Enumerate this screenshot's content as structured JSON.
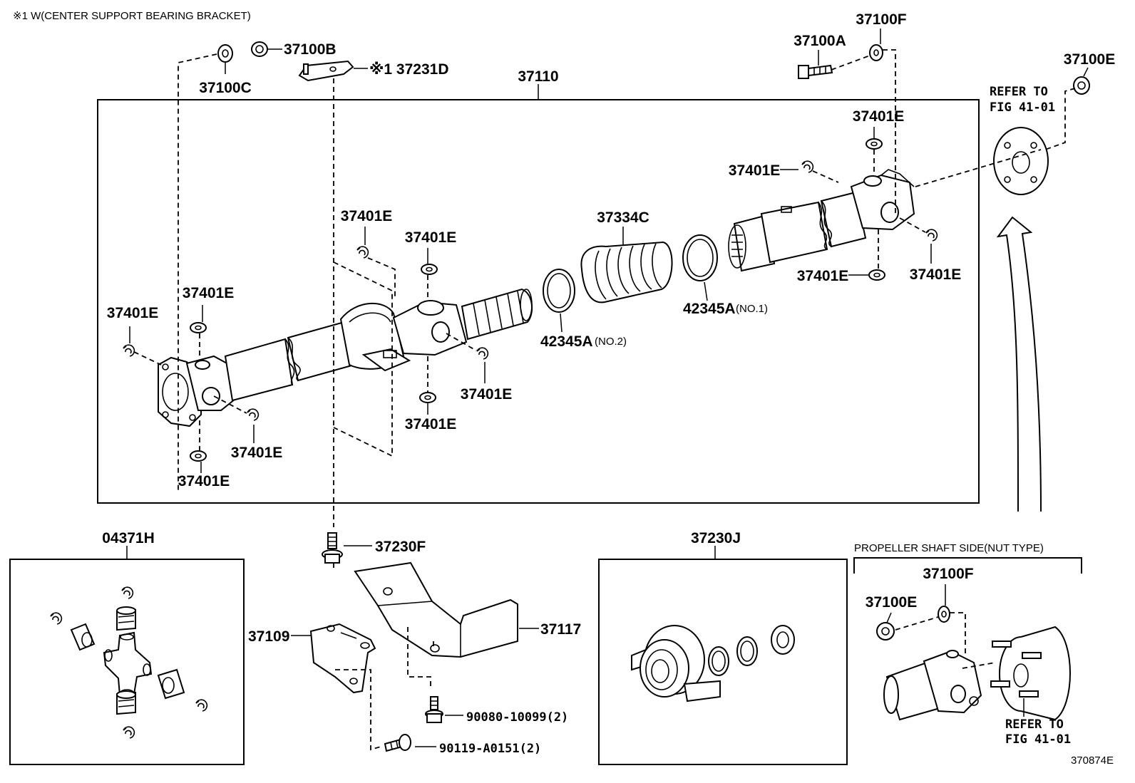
{
  "header_note": "※1 W(CENTER SUPPORT BEARING BRACKET)",
  "figure_number": "370874E",
  "labels": {
    "l_37100C": "37100C",
    "l_37100B": "37100B",
    "l_37231D": "※1 37231D",
    "l_37110": "37110",
    "l_37100A": "37100A",
    "l_37100F_top": "37100F",
    "l_37100E_top": "37100E",
    "l_37401E_a": "37401E",
    "l_37401E_b": "37401E",
    "l_37401E_c": "37401E",
    "l_37401E_d": "37401E",
    "l_37401E_e": "37401E",
    "l_37401E_f": "37401E",
    "l_37401E_g": "37401E",
    "l_37401E_h": "37401E",
    "l_37401E_i": "37401E",
    "l_37401E_j": "37401E",
    "l_37401E_k": "37401E",
    "l_37401E_l": "37401E",
    "l_37334C": "37334C",
    "l_42345A_no2": "42345A",
    "l_42345A_no2_sub": "(NO.2)",
    "l_42345A_no1": "42345A",
    "l_42345A_no1_sub": "(NO.1)",
    "l_04371H": "04371H",
    "l_37230F": "37230F",
    "l_37109": "37109",
    "l_37117": "37117",
    "l_90080": "90080-10099(2)",
    "l_90119": "90119-A0151(2)",
    "l_37230J": "37230J",
    "l_prop_side": "PROPELLER SHAFT SIDE(NUT TYPE)",
    "l_37100F_bot": "37100F",
    "l_37100E_bot": "37100E"
  },
  "refer_top": {
    "line1": "REFER TO",
    "line2": "FIG 41-01"
  },
  "refer_bottom": {
    "line1": "REFER TO",
    "line2": "FIG 41-01"
  }
}
